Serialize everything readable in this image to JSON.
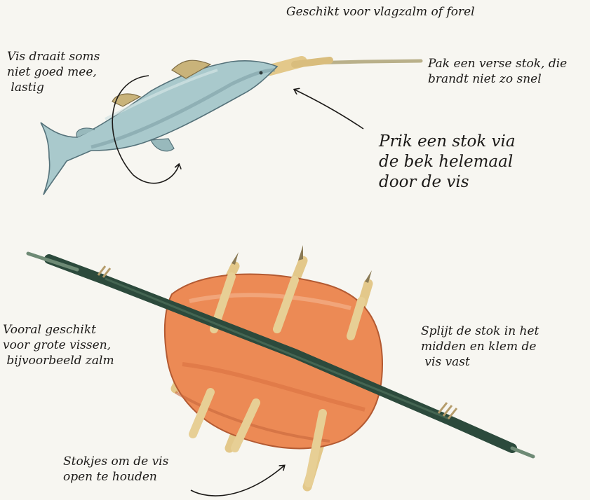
{
  "title": "Geschikt voor vlagzalm of forel",
  "top_illustration": {
    "notes": {
      "rotation": "Vis draait soms\nniet goed mee,\n lastig",
      "fresh_stick": "Pak een verse stok, die\nbrandt niet zo snel",
      "pierce": "Prik een stok via\nde bek helemaal\ndoor de vis"
    }
  },
  "bottom_illustration": {
    "notes": {
      "large_fish": "Vooral geschikt\nvoor grote vissen,\n bijvoorbeeld zalm",
      "split_stick": "Splijt de stok in het\nmidden en klem de\n vis vast",
      "sticks": "Stokjes om de vis\nopen te houden"
    }
  },
  "colors": {
    "background": "#f7f6f1",
    "fish": "#a9c9cc",
    "salmon": "#ec8a55",
    "stick_green": "#2c4a3c",
    "wood": "#e3c88a",
    "ink": "#1c1a18"
  }
}
